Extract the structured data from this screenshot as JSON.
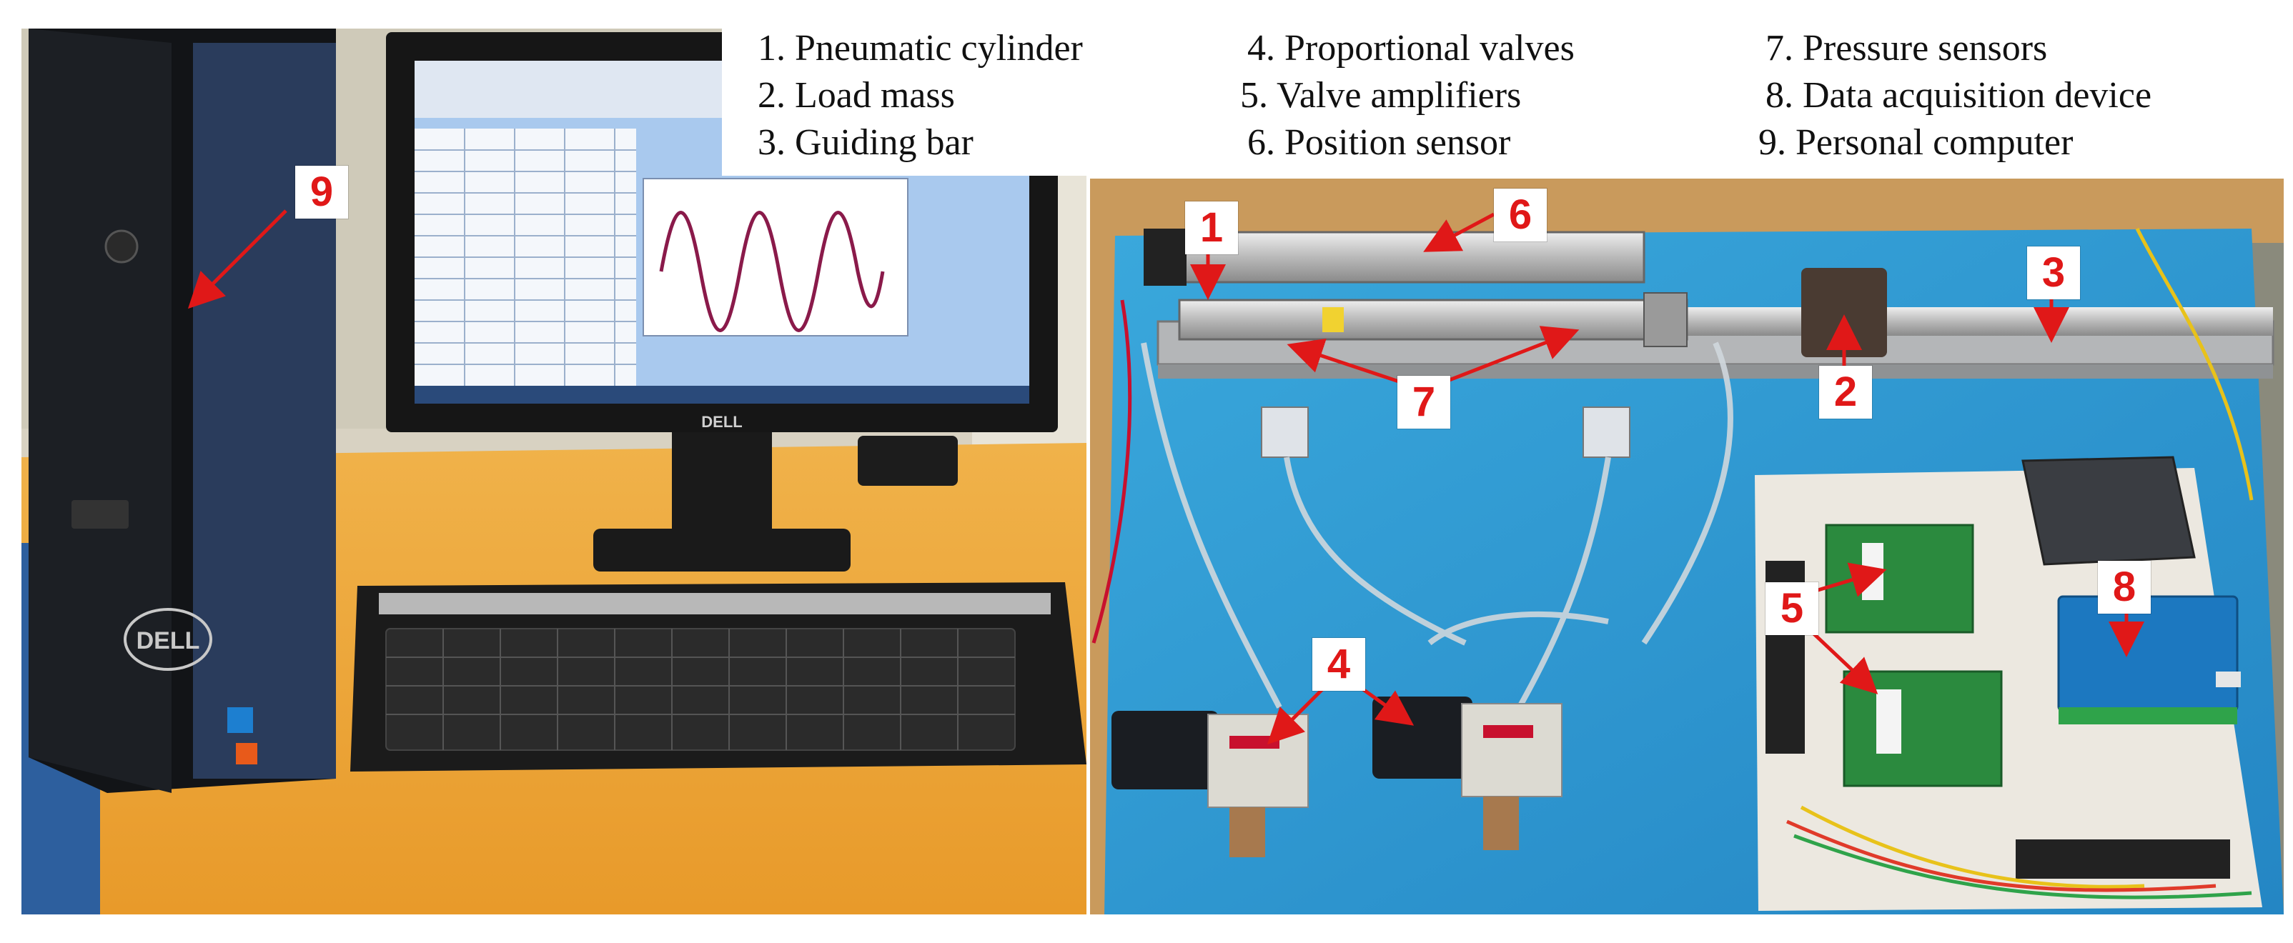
{
  "legend": [
    {
      "text": "1. Pneumatic cylinder"
    },
    {
      "text": "2. Load mass"
    },
    {
      "text": "3. Guiding bar"
    },
    {
      "text": "4. Proportional valves"
    },
    {
      "text": "5. Valve amplifiers"
    },
    {
      "text": "6. Position sensor"
    },
    {
      "text": "7. Pressure sensors"
    },
    {
      "text": "8. Data acquisition device"
    },
    {
      "text": "9. Personal computer"
    }
  ],
  "callouts": [
    "1",
    "2",
    "3",
    "4",
    "5",
    "6",
    "7",
    "8",
    "9"
  ],
  "colors": {
    "callout_text": "#e01818",
    "arrow": "#e01818",
    "table_top": "#f2a73a",
    "board_blue": "#2f9fd6",
    "monitor_screen": "#a9c9ee"
  },
  "logos": {
    "pc_brand": "DELL",
    "monitor_brand": "DELL"
  }
}
